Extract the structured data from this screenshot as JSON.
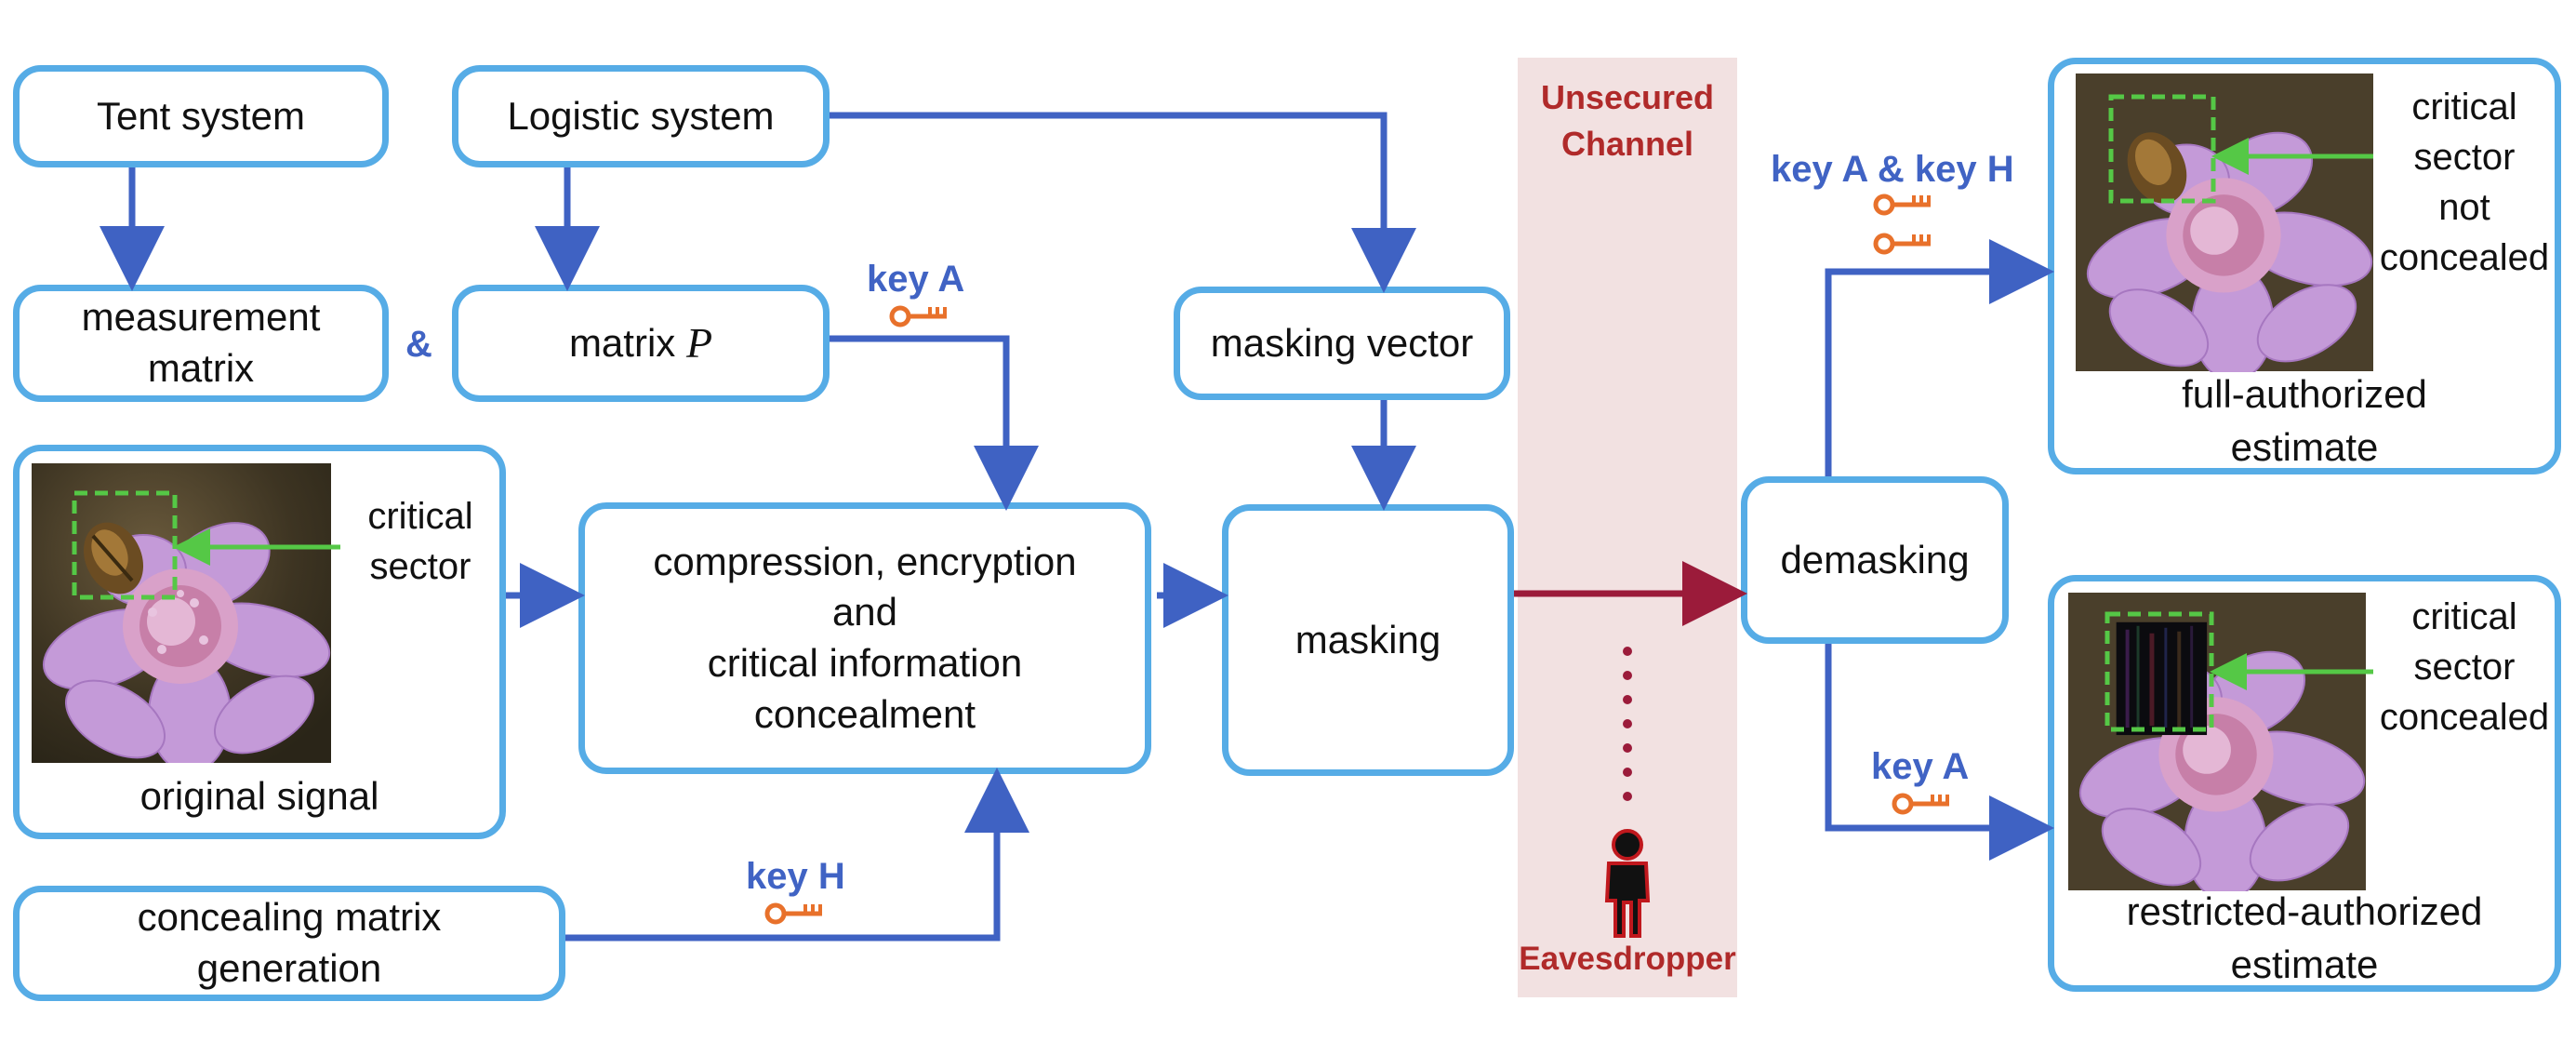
{
  "boxes": {
    "tent": "Tent system",
    "logistic": "Logistic system",
    "measurement": "measurement\nmatrix",
    "matrix_p_prefix": "matrix ",
    "matrix_p_var": "P",
    "masking_vector": "masking vector",
    "compression": "compression, encryption\nand\ncritical information\nconcealment",
    "masking": "masking",
    "concealing": "concealing matrix\ngeneration",
    "demasking": "demasking"
  },
  "labels": {
    "ampersand": "&",
    "original_signal": "original signal",
    "critical_sector_left": "critical\nsector",
    "critical_sector_top": "critical\nsector\nnot\nconcealed",
    "full_estimate": "full-authorized\nestimate",
    "critical_sector_bottom": "critical\nsector\nconcealed",
    "restricted_estimate": "restricted-authorized\nestimate"
  },
  "keys": {
    "key_a_top": "key A",
    "key_h": "key H",
    "key_ah": "key A & key H",
    "key_a_bottom": "key A"
  },
  "channel": {
    "title": "Unsecured\nChannel",
    "eavesdropper": "Eavesdropper"
  },
  "colors": {
    "box_border": "#56ace6",
    "arrow_blue": "#3f62c3",
    "arrow_red": "#9b1b3a",
    "key_orange": "#e8712b",
    "sector_green": "#55c846",
    "channel_bg": "#f2e1e1",
    "channel_text": "#b02a2a"
  },
  "icons": {
    "key": "key-icon",
    "person": "person-icon"
  }
}
